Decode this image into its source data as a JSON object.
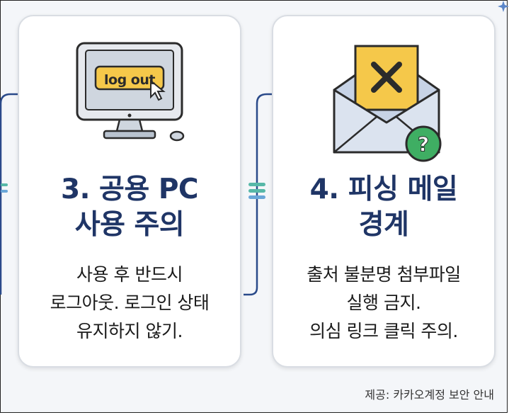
{
  "cards": [
    {
      "icon": "monitor-logout-icon",
      "screen_label": "log out",
      "title_lines": [
        "3. 공용 PC",
        "사용 주의"
      ],
      "desc_lines": [
        "사용 후 반드시",
        "로그아웃. 로그인 상태",
        "유지하지 않기."
      ]
    },
    {
      "icon": "phishing-mail-icon",
      "title_lines": [
        "4. 피싱 메일",
        "경계"
      ],
      "desc_lines": [
        "출처 불분명 첨부파일",
        "실행 금지.",
        "의심 링크 클릭 주의."
      ]
    }
  ],
  "footer": "제공: 카카오계정 보안 안내",
  "colors": {
    "title": "#1f3566",
    "connector": "#2a4a8a",
    "screen_label_bg": "#f5c84a",
    "envelope": "#c7d3e6",
    "warning_badge": "#3fae63"
  }
}
